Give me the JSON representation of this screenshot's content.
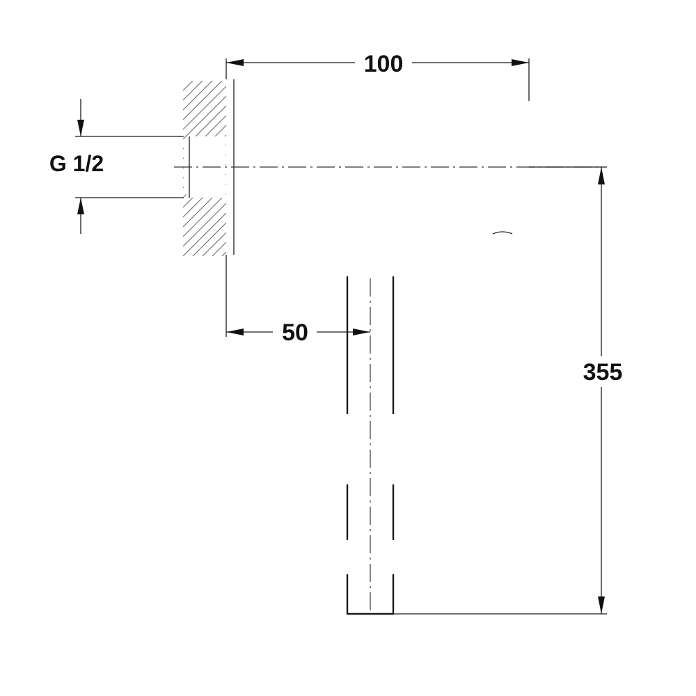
{
  "dimensions": {
    "width_label": "100",
    "offset_label": "50",
    "height_label": "355",
    "thread_label": "G 1/2"
  },
  "colors": {
    "line": "#1a1a1a",
    "hatch": "#777777",
    "background": "#ffffff"
  }
}
